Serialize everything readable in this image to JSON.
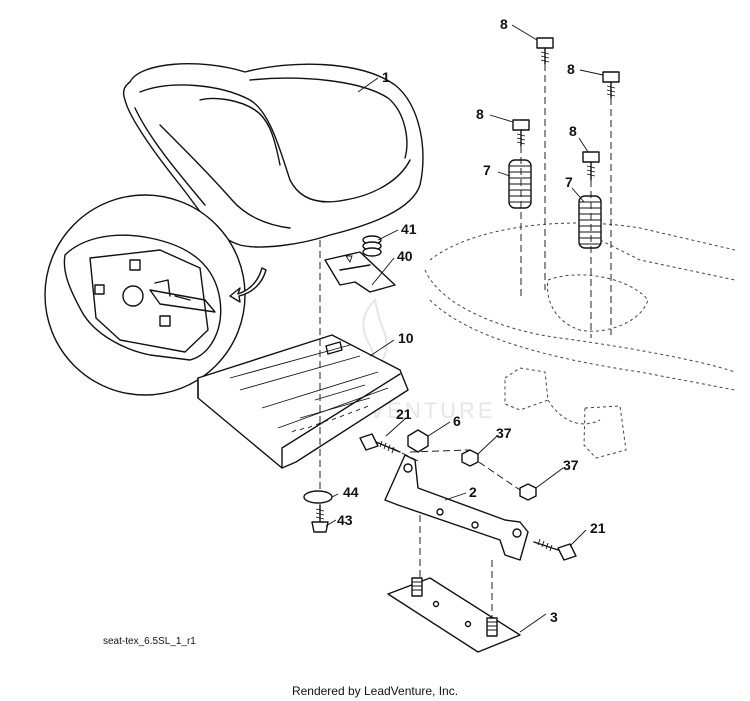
{
  "callouts": {
    "c1": "1",
    "c2": "2",
    "c3": "3",
    "c6": "6",
    "c7a": "7",
    "c7b": "7",
    "c8a": "8",
    "c8b": "8",
    "c8c": "8",
    "c8d": "8",
    "c10": "10",
    "c21a": "21",
    "c21b": "21",
    "c37a": "37",
    "c37b": "37",
    "c40": "40",
    "c41": "41",
    "c43": "43",
    "c44": "44"
  },
  "watermark_text": "LEADVENTURE",
  "part_code": "seat-tex_6.5SL_1_r1",
  "rendered_by": "Rendered by LeadVenture, Inc."
}
